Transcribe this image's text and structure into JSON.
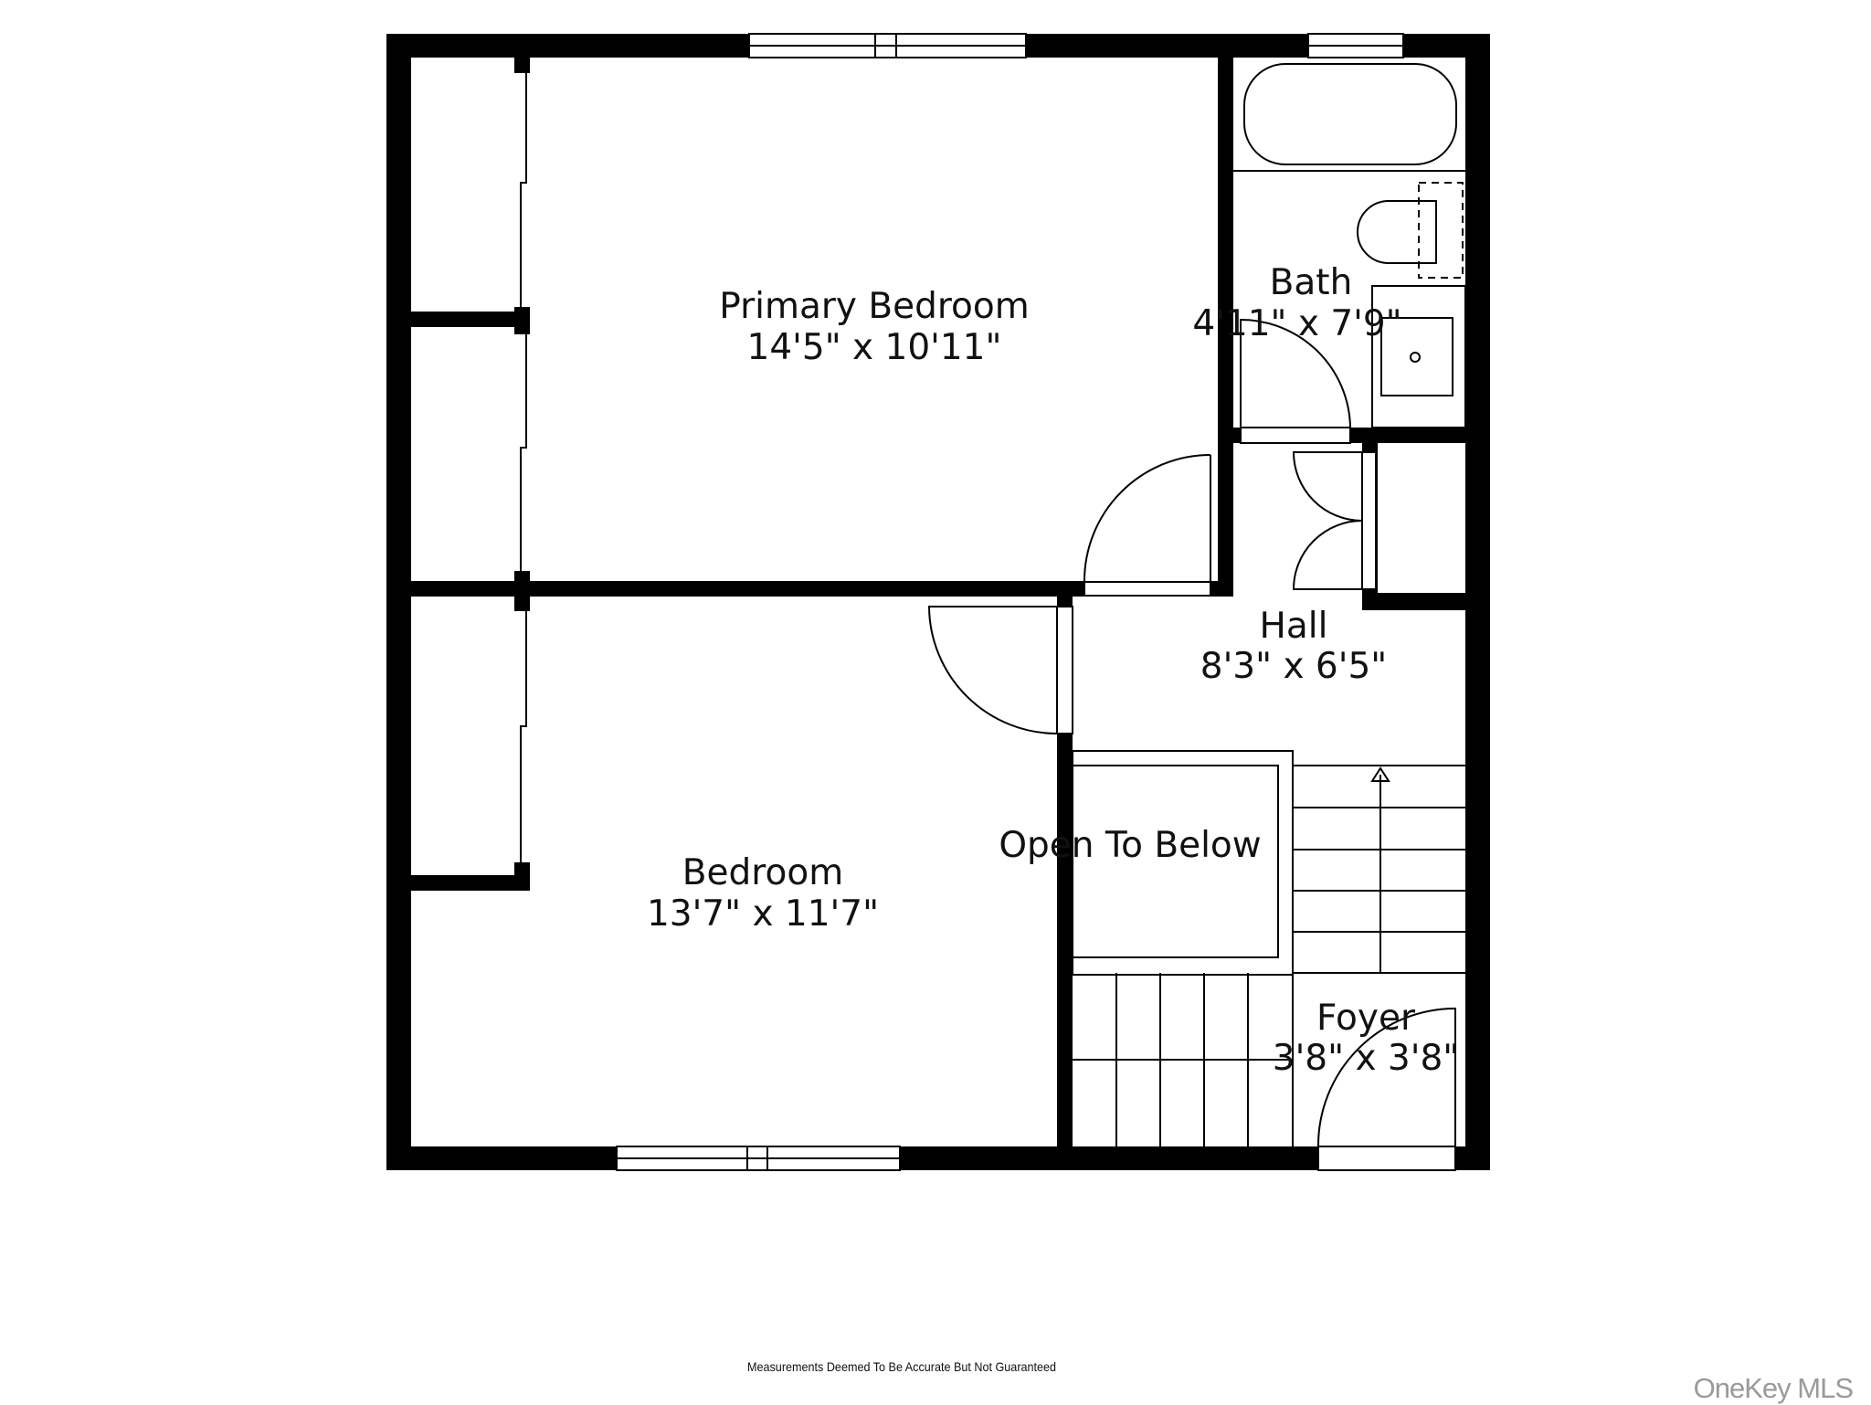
{
  "rooms": {
    "primary_bedroom": {
      "name": "Primary Bedroom",
      "dims": "14'5\" x 10'11\""
    },
    "bath": {
      "name": "Bath",
      "dims": "4'11\" x 7'9\""
    },
    "hall": {
      "name": "Hall",
      "dims": "8'3\" x 6'5\""
    },
    "open_to_below": {
      "name": "Open To Below"
    },
    "bedroom": {
      "name": "Bedroom",
      "dims": "13'7\" x 11'7\""
    },
    "foyer": {
      "name": "Foyer",
      "dims": "3'8\" x 3'8\""
    }
  },
  "footer": {
    "disclaimer": "Measurements Deemed To Be Accurate But Not Guaranteed"
  },
  "watermark": "OneKey MLS",
  "colors": {
    "wall": "#000000",
    "background": "#ffffff",
    "watermark": "#9a9a9a"
  }
}
